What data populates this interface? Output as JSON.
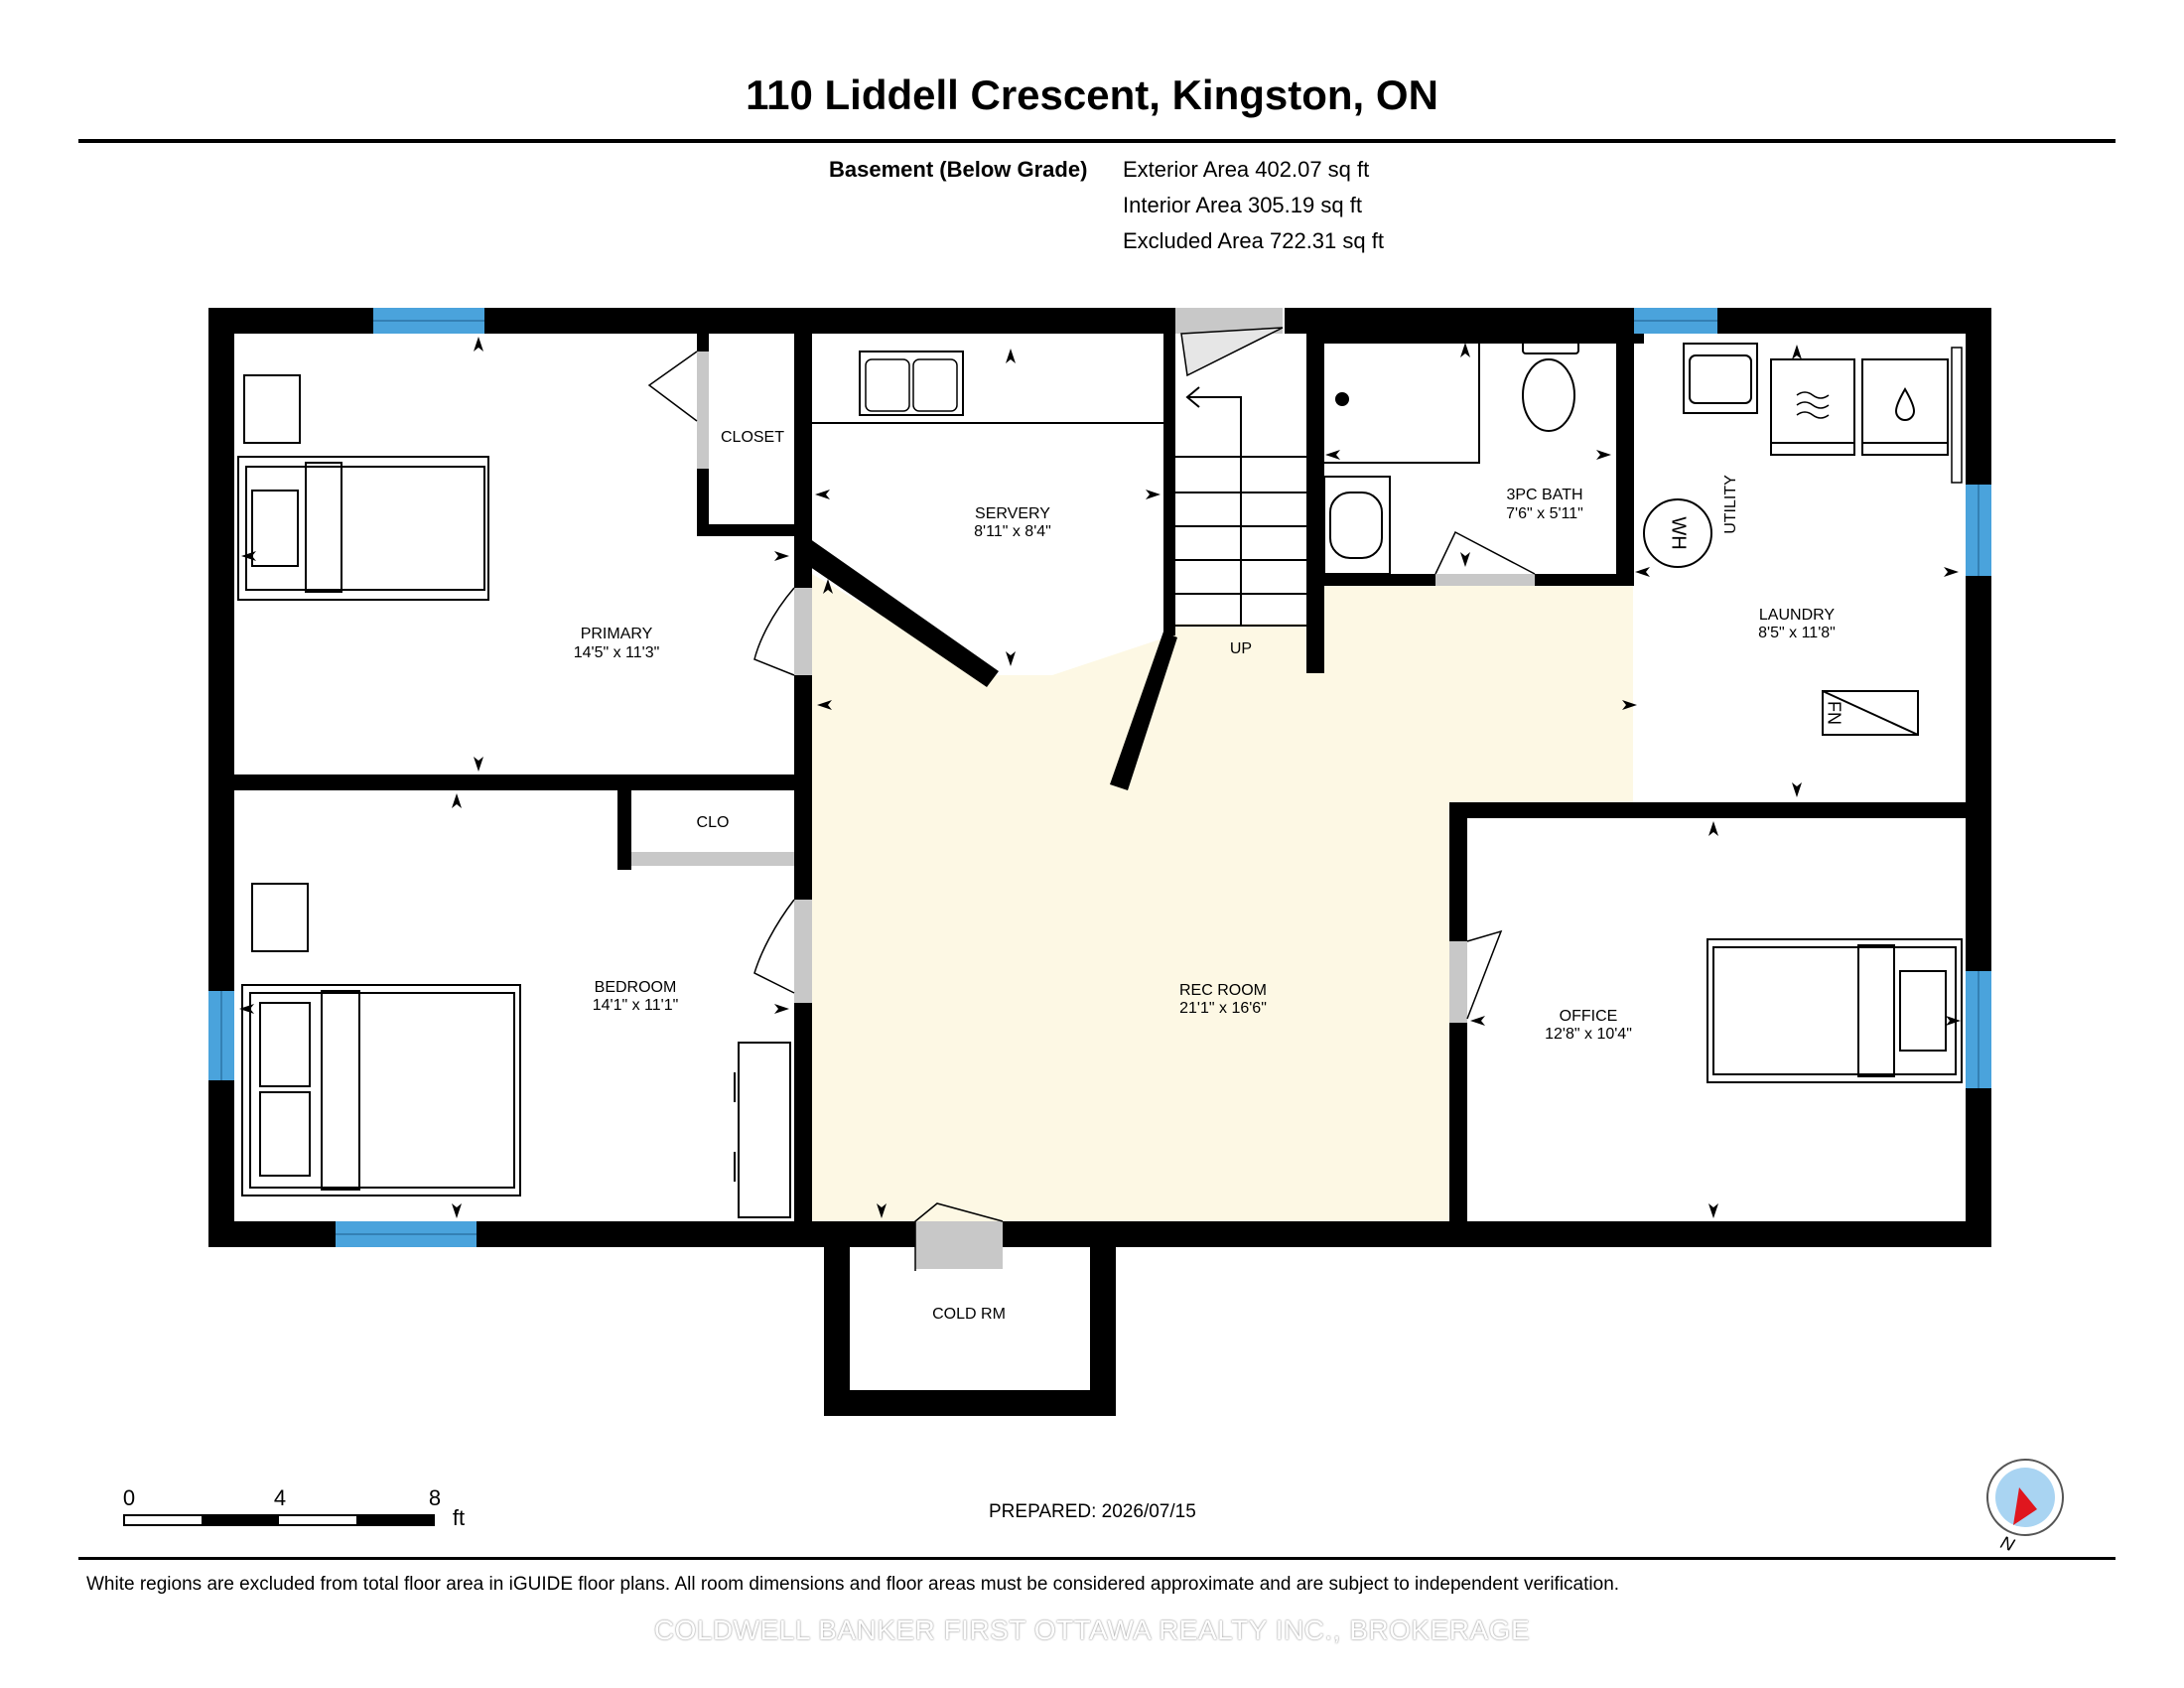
{
  "header": {
    "title": "110 Liddell Crescent, Kingston, ON",
    "level_name": "Basement (Below Grade)",
    "exterior_area": "Exterior Area 402.07 sq ft",
    "interior_area": "Interior Area 305.19 sq ft",
    "excluded_area": "Excluded Area 722.31 sq ft"
  },
  "rooms": {
    "primary": {
      "name": "PRIMARY",
      "dims": "14'5\" x 11'3\""
    },
    "closet": {
      "name": "CLOSET"
    },
    "servery": {
      "name": "SERVERY",
      "dims": "8'11\" x 8'4\""
    },
    "stairs": {
      "name": "UP"
    },
    "bath": {
      "name": "3PC BATH",
      "dims": "7'6\" x 5'11\""
    },
    "utility": {
      "name": "UTILITY"
    },
    "laundry": {
      "name": "LAUNDRY",
      "dims": "8'5\" x 11'8\""
    },
    "bedroom": {
      "name": "BEDROOM",
      "dims": "14'1\" x 11'1\""
    },
    "clo": {
      "name": "CLO"
    },
    "rec_room": {
      "name": "REC ROOM",
      "dims": "21'1\" x 16'6\""
    },
    "office": {
      "name": "OFFICE",
      "dims": "12'8\" x 10'4\""
    },
    "cold_room": {
      "name": "COLD RM"
    }
  },
  "fixtures": {
    "water_heater": "WH",
    "furnace": "FN"
  },
  "scale": {
    "ticks": [
      "0",
      "4",
      "8"
    ],
    "unit": "ft"
  },
  "compass": {
    "north": "N"
  },
  "prepared": "PREPARED: 2026/07/15",
  "footer": {
    "note": "White regions are excluded from total floor area in iGUIDE floor plans. All room dimensions and floor areas must be considered approximate and are subject to independent verification.",
    "watermark": "COLDWELL BANKER FIRST OTTAWA REALTY INC., BROKERAGE"
  },
  "colors": {
    "wall": "#000000",
    "window": "#4aa3dc",
    "included_floor": "#fdf8e4",
    "door": "#c8c8c8",
    "compass_fill": "#a9d4f2",
    "compass_needle": "#e0161e"
  }
}
